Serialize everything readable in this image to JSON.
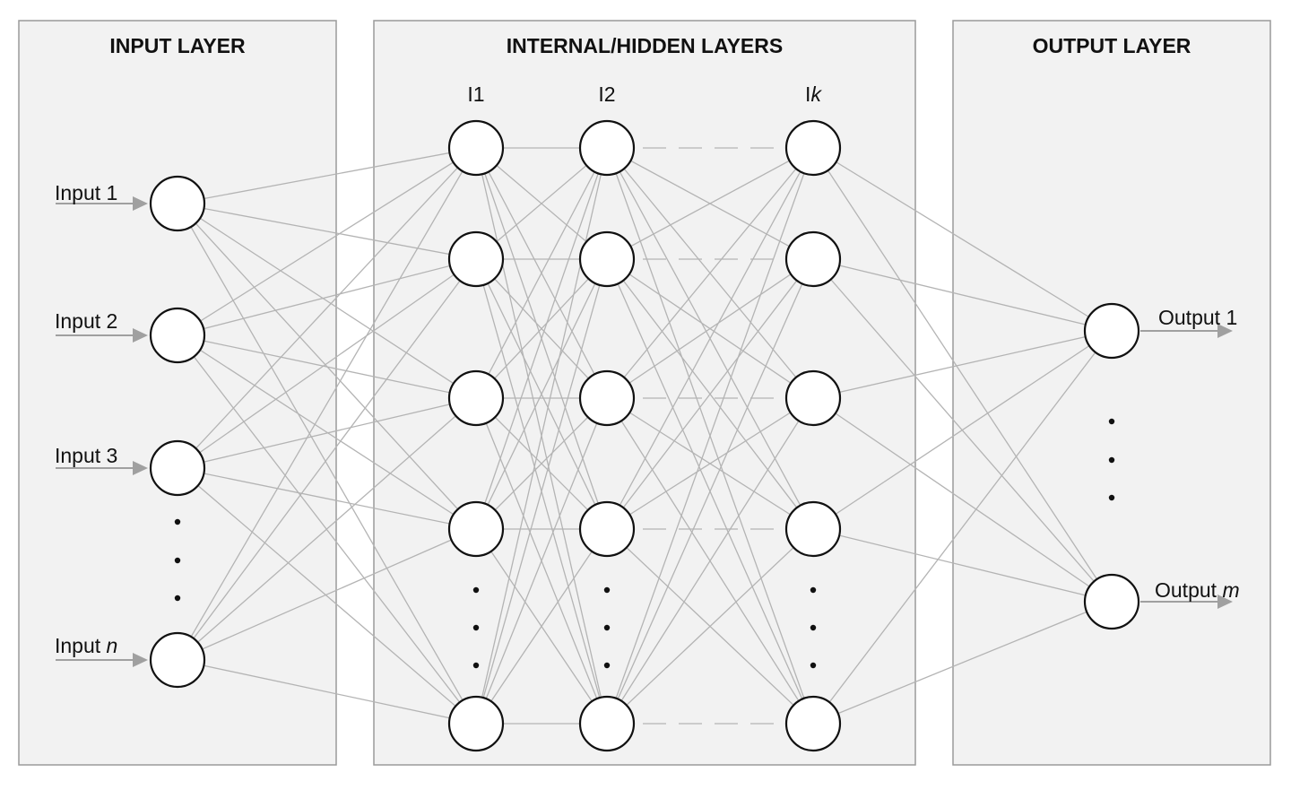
{
  "panels": {
    "input": {
      "title": "INPUT LAYER"
    },
    "hidden": {
      "title": "INTERNAL/HIDDEN LAYERS"
    },
    "output": {
      "title": "OUTPUT LAYER"
    }
  },
  "hidden_columns": [
    {
      "prefix": "I",
      "suffix": "1",
      "suffix_italic": false
    },
    {
      "prefix": "I",
      "suffix": "2",
      "suffix_italic": false
    },
    {
      "prefix": "I",
      "suffix": "k",
      "suffix_italic": true
    }
  ],
  "inputs": [
    {
      "prefix": "Input ",
      "suffix": "1",
      "suffix_italic": false
    },
    {
      "prefix": "Input ",
      "suffix": "2",
      "suffix_italic": false
    },
    {
      "prefix": "Input ",
      "suffix": "3",
      "suffix_italic": false
    },
    {
      "prefix": "Input ",
      "suffix": "n",
      "suffix_italic": true
    }
  ],
  "outputs": [
    {
      "prefix": "Output ",
      "suffix": "1",
      "suffix_italic": false
    },
    {
      "prefix": "Output ",
      "suffix": "m",
      "suffix_italic": true
    }
  ],
  "colors": {
    "node_stroke": "#111111",
    "edge": "#b4b4b4",
    "panel_fill": "#f2f2f2",
    "panel_stroke": "#9a9a9a"
  }
}
